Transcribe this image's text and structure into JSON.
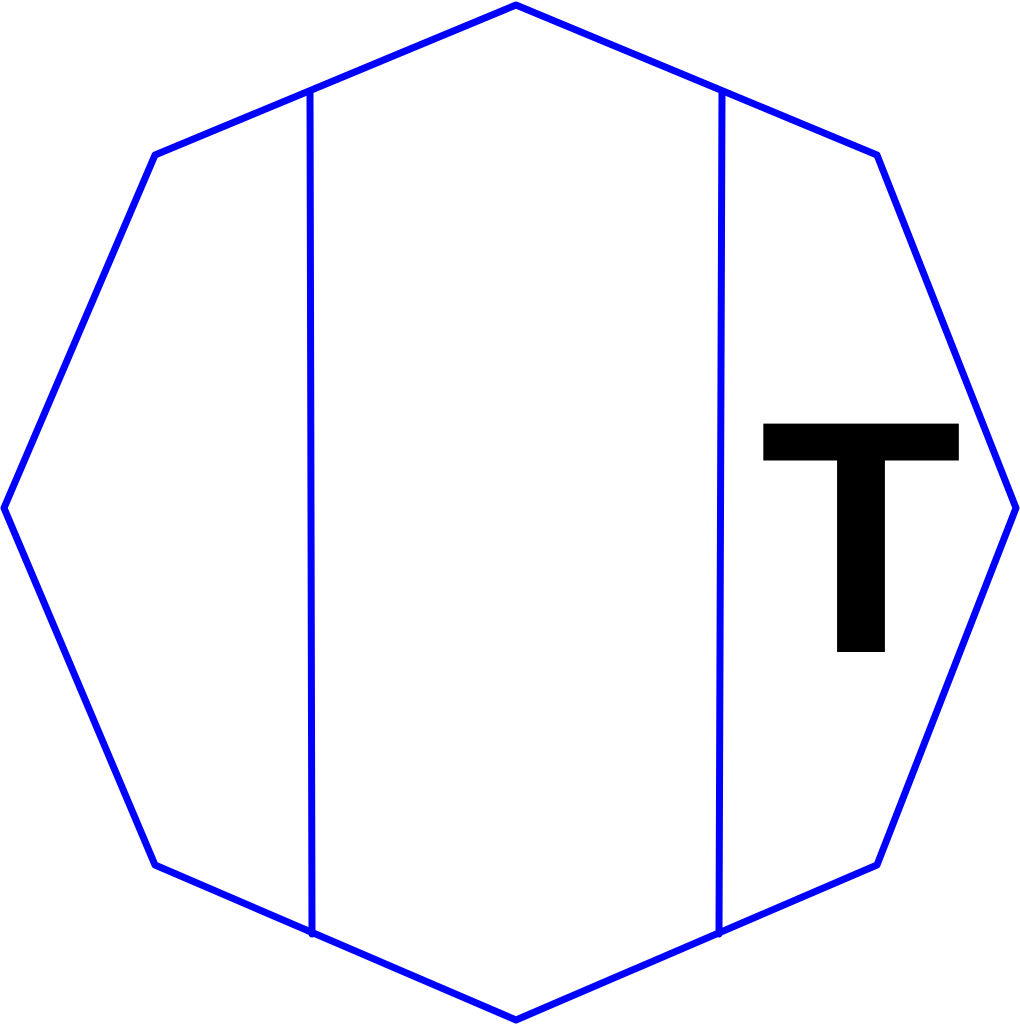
{
  "diagram": {
    "stroke_color": "#0000ff",
    "label_color": "#000000",
    "label": "T",
    "shape": "octagon",
    "dividers": 2
  }
}
